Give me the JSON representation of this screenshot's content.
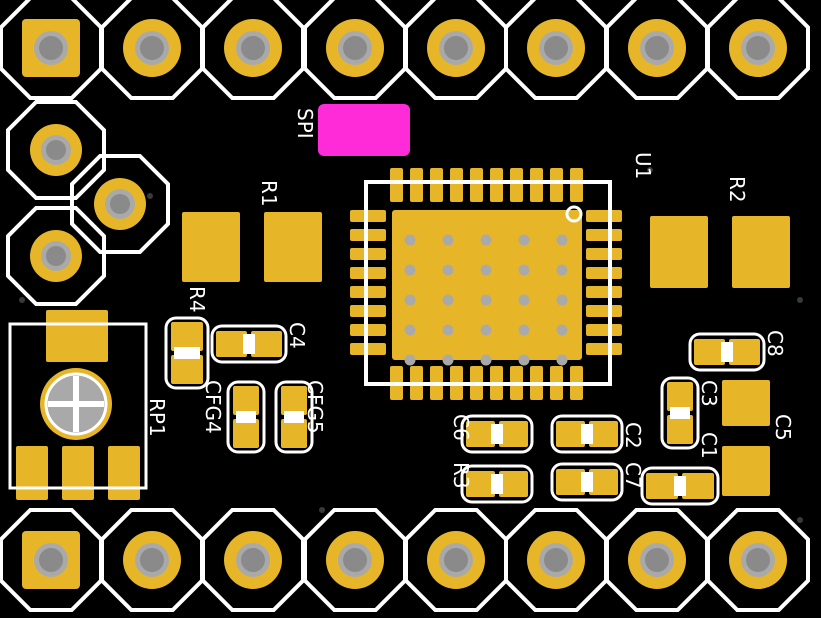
{
  "colors": {
    "board": "#000000",
    "copper": "#e6b628",
    "copper_edge": "#c8961a",
    "hole": "#a9a9a9",
    "silkscreen": "#ffffff",
    "jumper": "#ff2ad8"
  },
  "labels": {
    "spi": "SPI",
    "u1": "U1",
    "r1": "R1",
    "r2": "R2",
    "r3": "R3",
    "r4": "R4",
    "rp1": "RP1",
    "c1": "C1",
    "c2": "C2",
    "c3": "C3",
    "c4": "C4",
    "c5": "C5",
    "c6": "C6",
    "c7": "C7",
    "c8": "C8",
    "cfg4": "CFG4",
    "cfg5": "CFG5"
  }
}
